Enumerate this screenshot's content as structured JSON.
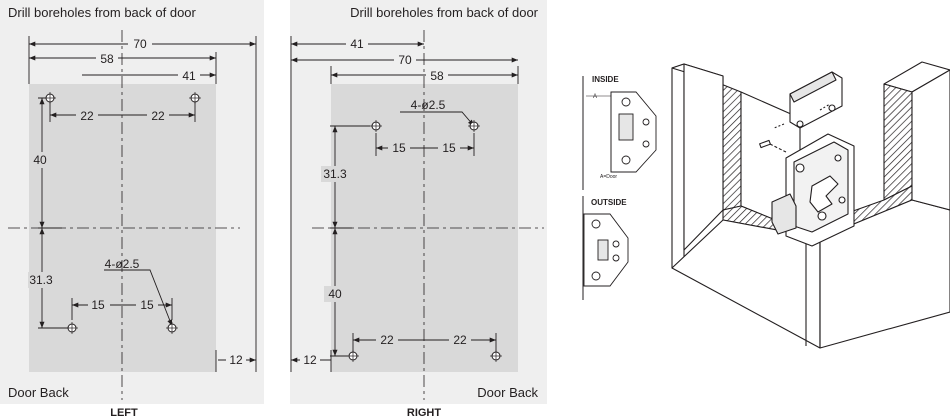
{
  "left_panel": {
    "title": "Drill boreholes from back of door",
    "footer": "Door Back",
    "caption": "LEFT",
    "dims": {
      "d70": "70",
      "d58": "58",
      "d41": "41",
      "d22a": "22",
      "d22b": "22",
      "d40": "40",
      "d31": "31.3",
      "d15a": "15",
      "d15b": "15",
      "d12": "12",
      "hole": "4-ø2.5"
    }
  },
  "right_panel": {
    "title": "Drill boreholes from back of door",
    "footer": "Door Back",
    "caption": "RIGHT",
    "dims": {
      "d41": "41",
      "d70": "70",
      "d58": "58",
      "hole": "4-ø2.5",
      "d15a": "15",
      "d15b": "15",
      "d31": "31.3",
      "d40": "40",
      "d22a": "22",
      "d22b": "22",
      "d12": "12"
    }
  },
  "inset": {
    "inside_label": "INSIDE",
    "outside_label": "OUTSIDE",
    "a_label": "A",
    "door_label": "A=Door"
  },
  "colors": {
    "panel_bg": "#efefef",
    "door_fill": "#d9d9d9",
    "line": "#231f20"
  }
}
